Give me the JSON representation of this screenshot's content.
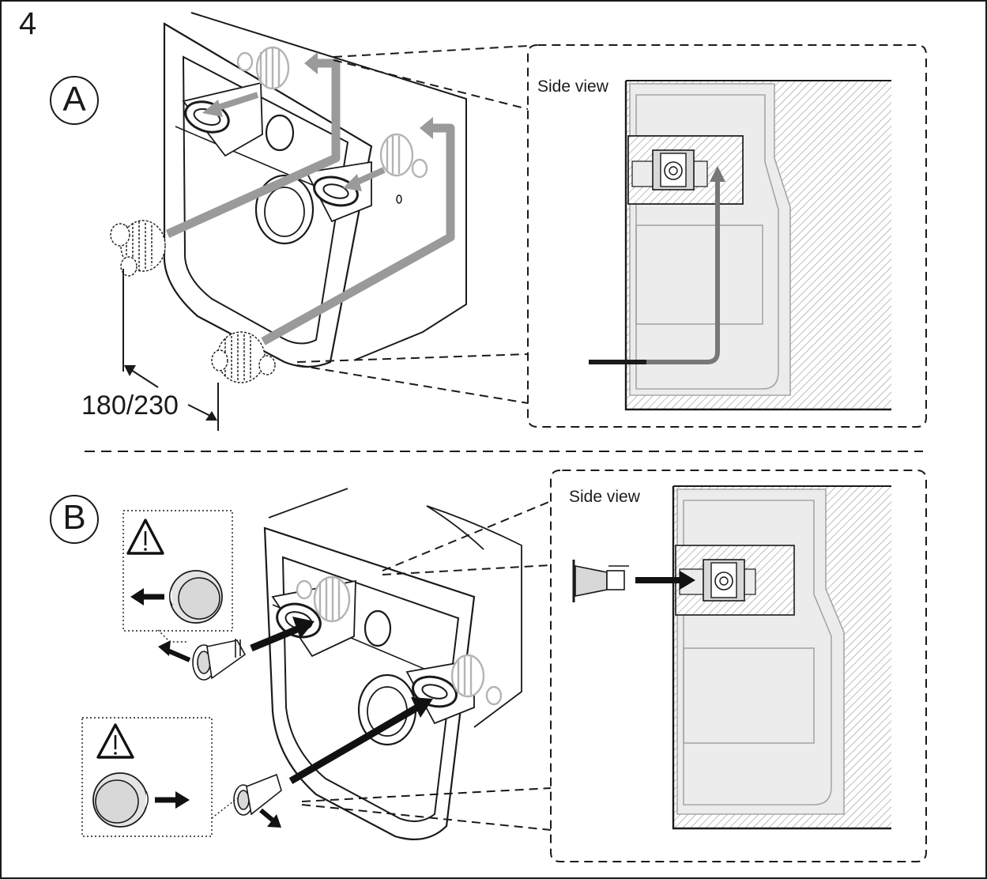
{
  "step_number": "4",
  "panels": [
    {
      "marker": "A",
      "detail_label": "Side view",
      "dimension_label": "180/230"
    },
    {
      "marker": "B",
      "detail_label": "Side view"
    }
  ],
  "icons": [
    "warning-icon",
    "warning-icon"
  ],
  "colors": {
    "line": "#1a1a1a",
    "arrow_gray": "#9a9a9a",
    "arrow_dark": "#111111",
    "fill_light": "#ececec",
    "fill_mid": "#d8d8d8"
  }
}
